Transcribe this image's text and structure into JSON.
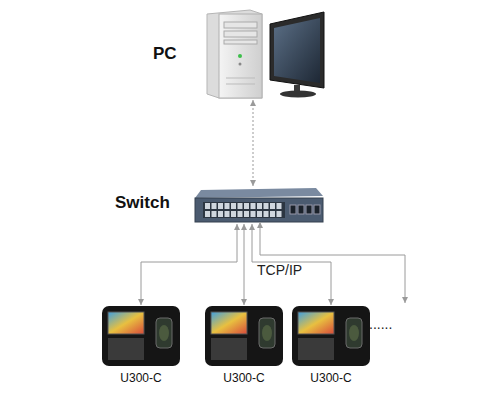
{
  "diagram": {
    "nodes": [
      {
        "text": [
          "PC"
        ]
      },
      {
        "text": [
          "Switch"
        ]
      },
      {
        "text": [
          "U300-C"
        ]
      },
      {
        "text": [
          "U300-C"
        ]
      },
      {
        "text": [
          "U300-C"
        ]
      }
    ],
    "edges": [
      {
        "from": 0,
        "to": 1,
        "arrow": "both"
      },
      {
        "from": 1,
        "to": 2,
        "arrow": "both"
      },
      {
        "from": 1,
        "to": 3,
        "arrow": "both"
      },
      {
        "from": 1,
        "to": 4,
        "arrow": "both"
      }
    ],
    "labels": [
      "TCP/IP",
      "......"
    ]
  }
}
